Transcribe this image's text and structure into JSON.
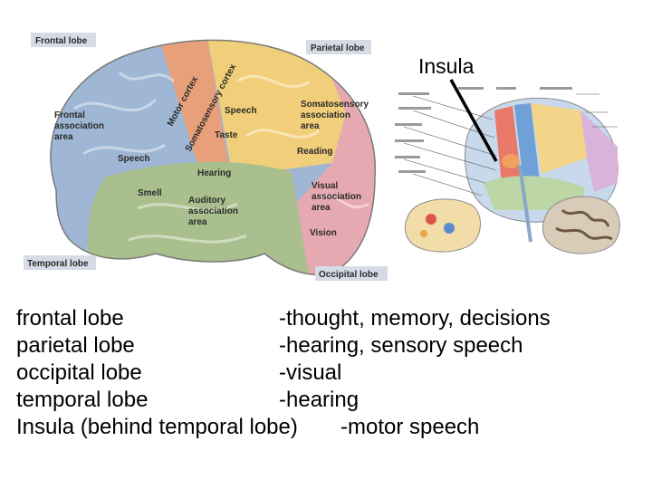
{
  "diagram": {
    "insula_label": "Insula",
    "labels": {
      "frontal_lobe": "Frontal lobe",
      "parietal_lobe": "Parietal lobe",
      "temporal_lobe": "Temporal lobe",
      "occipital_lobe": "Occipital lobe",
      "motor_cortex": "Motor cortex",
      "somatosensory_cortex": "Somatosensory cortex",
      "frontal_association_area": [
        "Frontal",
        "association",
        "area"
      ],
      "speech_upper": "Speech",
      "speech_lower": "Speech",
      "taste": "Taste",
      "somatosensory_association_area": [
        "Somatosensory",
        "association",
        "area"
      ],
      "reading": "Reading",
      "hearing": "Hearing",
      "smell": "Smell",
      "auditory_association_area": [
        "Auditory",
        "association",
        "area"
      ],
      "visual_association_area": [
        "Visual",
        "association",
        "area"
      ],
      "vision": "Vision"
    },
    "colors": {
      "frontal": "#9fb6d4",
      "motor": "#e8a07a",
      "parietal": "#f1cf7a",
      "temporal": "#a9c08e",
      "occipital": "#e7a9b1",
      "cerebellum": "#c8b9a6",
      "label_box": "#d6dbe6"
    }
  },
  "rows": [
    {
      "lobe": "frontal lobe",
      "function": "-thought, memory, decisions"
    },
    {
      "lobe": "parietal lobe",
      "function": "-hearing, sensory speech"
    },
    {
      "lobe": "occipital lobe",
      "function": "-visual"
    },
    {
      "lobe": "temporal lobe",
      "function": "-hearing"
    },
    {
      "lobe": "Insula (behind temporal lobe)",
      "function": "-motor speech"
    }
  ]
}
